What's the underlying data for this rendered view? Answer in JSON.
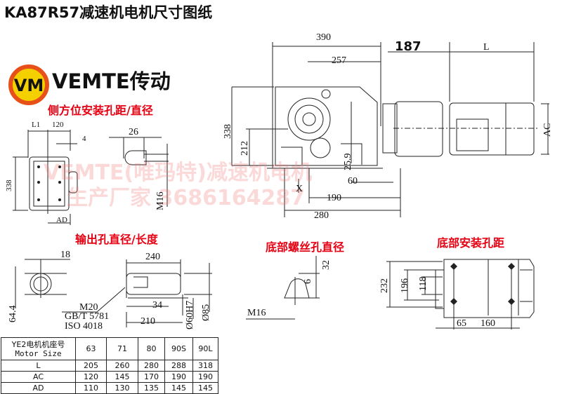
{
  "title": "KA87R57减速机电机尺寸图纸",
  "brand": {
    "name": "VEMTE传动",
    "logo_text": "VM"
  },
  "watermark": {
    "line1": "VEMTE(唯玛特)减速机电机",
    "line2": "生产厂家 3686164287"
  },
  "side_view": {
    "heading": "侧方位安装孔距/直径",
    "L1": "L1",
    "d120": "120",
    "d4": "4",
    "d338": "338",
    "AD": "AD",
    "d26": "26",
    "M16": "M16"
  },
  "main_view": {
    "d390": "390",
    "d257": "257",
    "d187": "187",
    "L": "L",
    "d338": "338",
    "d212": "212",
    "d25_9": "25.9",
    "AC": "AC",
    "d60": "60",
    "d190": "190",
    "d280": "280",
    "X": "X"
  },
  "output": {
    "heading": "输出孔直径/长度",
    "d18": "18",
    "d64_4": "64.4",
    "d240": "240",
    "d34": "34",
    "d210": "210",
    "M20": "M20",
    "gb": "GB/T 5781",
    "iso": "ISO 4018",
    "d60h7": "Ø60H7",
    "d85": "Ø85"
  },
  "thread": {
    "heading": "底部螺丝孔直径",
    "d32": "32",
    "d6": "6",
    "M16": "M16"
  },
  "bottom": {
    "heading": "底部安装孔距",
    "d232": "232",
    "d196": "196",
    "d118": "118",
    "d65": "65",
    "d160": "160"
  },
  "table": {
    "header_cn": "YE2电机机座号",
    "header_en": "Motor Size",
    "sizes": [
      "63",
      "71",
      "80",
      "90S",
      "90L"
    ],
    "rows": [
      {
        "label": "L",
        "values": [
          "205",
          "260",
          "280",
          "288",
          "318"
        ]
      },
      {
        "label": "AC",
        "values": [
          "120",
          "145",
          "170",
          "190",
          "190"
        ]
      },
      {
        "label": "AD",
        "values": [
          "110",
          "130",
          "135",
          "145",
          "145"
        ]
      }
    ]
  }
}
